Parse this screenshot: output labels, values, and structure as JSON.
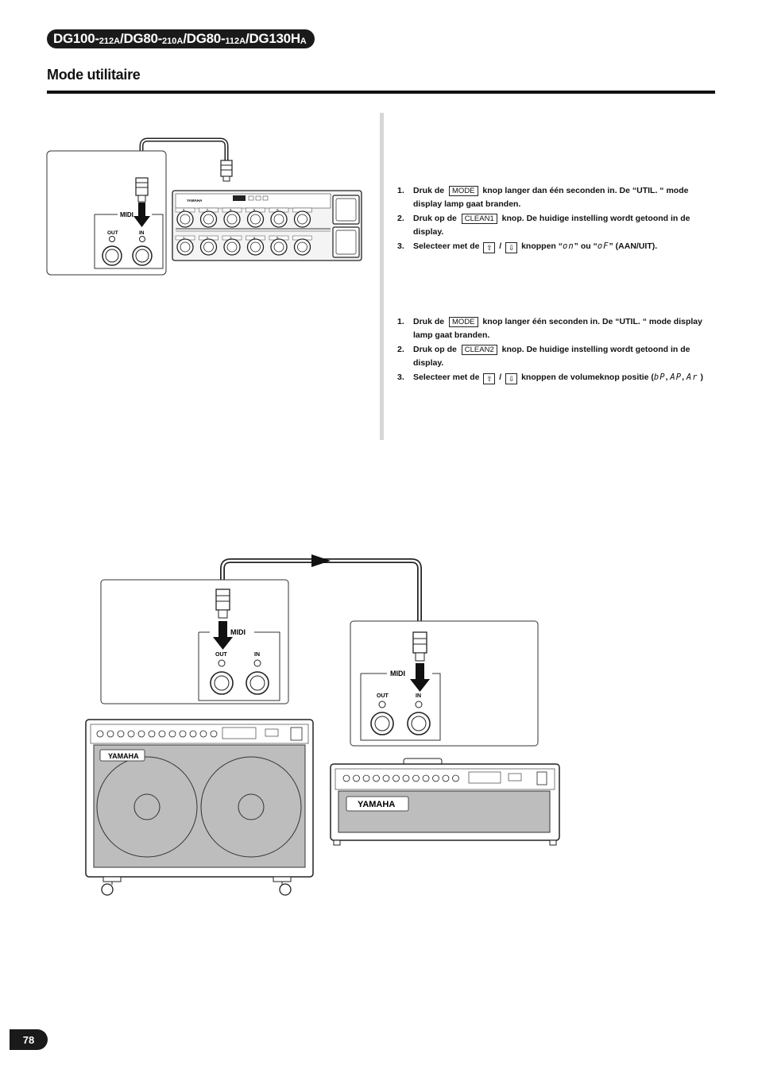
{
  "header": {
    "parts": [
      {
        "text": "DG100-",
        "size": "big"
      },
      {
        "text": "212A",
        "size": "small"
      },
      {
        "text": "/DG80-",
        "size": "big"
      },
      {
        "text": "210A",
        "size": "small"
      },
      {
        "text": "/DG80-",
        "size": "big"
      },
      {
        "text": "112A",
        "size": "small"
      },
      {
        "text": "/DG130H",
        "size": "big"
      },
      {
        "text": "A",
        "size": "small"
      }
    ]
  },
  "section_title": "Mode utilitaire",
  "instructions_a": [
    {
      "num": "1.",
      "segments": [
        {
          "t": "text",
          "v": "Druk de "
        },
        {
          "t": "key",
          "v": "MODE"
        },
        {
          "t": "text",
          "v": " knop langer dan één seconden in. De “UTIL. “ mode display lamp gaat branden."
        }
      ]
    },
    {
      "num": "2.",
      "segments": [
        {
          "t": "text",
          "v": "Druk op de "
        },
        {
          "t": "key",
          "v": "CLEAN1"
        },
        {
          "t": "text",
          "v": " knop. De huidige instelling wordt getoond in de display."
        }
      ]
    },
    {
      "num": "3.",
      "segments": [
        {
          "t": "text",
          "v": "Selecteer met de "
        },
        {
          "t": "arrow",
          "v": "up"
        },
        {
          "t": "text",
          "v": " / "
        },
        {
          "t": "arrow",
          "v": "down"
        },
        {
          "t": "text",
          "v": " knoppen “"
        },
        {
          "t": "lcd",
          "v": "on"
        },
        {
          "t": "text",
          "v": "” ou “"
        },
        {
          "t": "lcd",
          "v": "oF"
        },
        {
          "t": "text",
          "v": "” (AAN/UIT)."
        }
      ]
    }
  ],
  "instructions_b": [
    {
      "num": "1.",
      "segments": [
        {
          "t": "text",
          "v": "Druk de "
        },
        {
          "t": "key",
          "v": "MODE"
        },
        {
          "t": "text",
          "v": " knop langer één seconden in. De “UTIL. “ mode display lamp gaat branden."
        }
      ]
    },
    {
      "num": "2.",
      "segments": [
        {
          "t": "text",
          "v": "Druk op de "
        },
        {
          "t": "key",
          "v": "CLEAN2"
        },
        {
          "t": "text",
          "v": " knop. De huidige instelling wordt getoond in de display."
        }
      ]
    },
    {
      "num": "3.",
      "segments": [
        {
          "t": "text",
          "v": "Selecteer met de "
        },
        {
          "t": "arrow",
          "v": "up"
        },
        {
          "t": "text",
          "v": " / "
        },
        {
          "t": "arrow",
          "v": "down"
        },
        {
          "t": "text",
          "v": " knoppen de volumeknop positie ("
        },
        {
          "t": "lcd",
          "v": "bP"
        },
        {
          "t": "text",
          "v": ", "
        },
        {
          "t": "lcd",
          "v": "AP"
        },
        {
          "t": "text",
          "v": ", "
        },
        {
          "t": "lcd",
          "v": "Ar"
        },
        {
          "t": "text",
          "v": " )"
        }
      ]
    }
  ],
  "diagram_labels": {
    "midi": "MIDI",
    "out": "OUT",
    "in": "IN",
    "brand": "YAMAHA",
    "footswitch_numbers": [
      "6",
      "7",
      "8",
      "9",
      "0",
      "1",
      "2",
      "3",
      "4",
      "5"
    ]
  },
  "page_number": "78"
}
